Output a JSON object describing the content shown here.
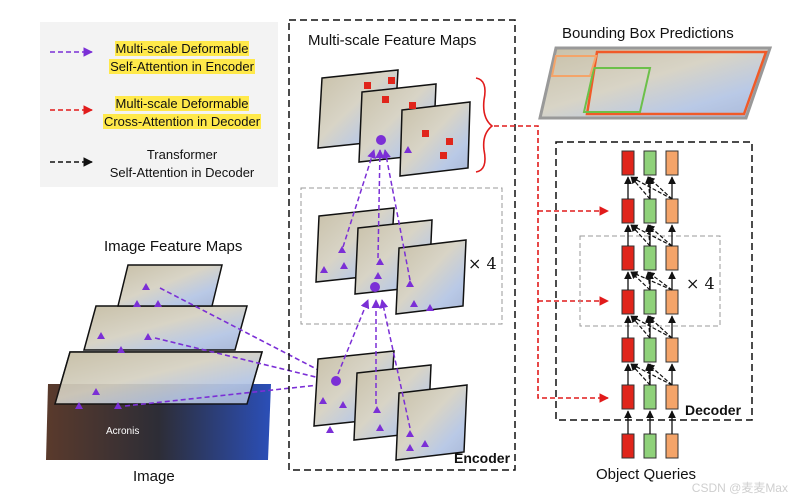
{
  "legend": [
    {
      "line1": "Multi-scale Deformable",
      "line2": "Self-Attention in Encoder",
      "color": "#7b2fd6",
      "highlight": true
    },
    {
      "line1": "Multi-scale Deformable",
      "line2": "Cross-Attention in Decoder",
      "color": "#e11b1b",
      "highlight": true
    },
    {
      "line1": "Transformer",
      "line2": "Self-Attention in Decoder",
      "color": "#111111",
      "highlight": false
    }
  ],
  "labels": {
    "image_feature_maps": "Image Feature Maps",
    "image": "Image",
    "multi_scale_feature_maps": "Multi-scale Feature Maps",
    "encoder": "Encoder",
    "repeat_encoder": "× 4",
    "bounding_box_predictions": "Bounding Box Predictions",
    "decoder": "Decoder",
    "repeat_decoder": "× 4",
    "object_queries": "Object Queries",
    "image_overlay_text": "Acronis",
    "watermark": "CSDN @麦麦Max"
  },
  "colors": {
    "encoder_attention": "#7b2fd6",
    "decoder_cross_attention": "#e11b1b",
    "decoder_self_attention": "#111111",
    "token_red": "#e0251b",
    "token_green": "#8fd17a",
    "token_orange": "#f4a469",
    "highlight_yellow": "#ffe94a"
  }
}
